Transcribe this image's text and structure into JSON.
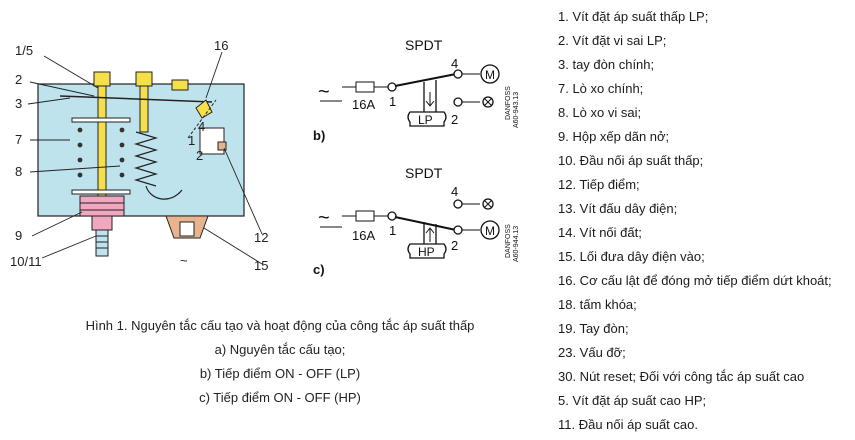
{
  "caption": {
    "title": "Hình 1. Nguyên tắc cấu tạo và hoạt động của công tắc áp suất thấp",
    "item_a": "a) Nguyên tắc cấu tạo;",
    "item_b": "b) Tiếp điểm ON - OFF (LP)",
    "item_c": "c) Tiếp điểm ON - OFF (HP)"
  },
  "diagram_a": {
    "labels": {
      "l1_5": "1/5",
      "l2": "2",
      "l3": "3",
      "l7": "7",
      "l8": "8",
      "l9": "9",
      "l10_11": "10/11",
      "l16": "16",
      "l12": "12",
      "l15": "15",
      "inner4": "4",
      "inner1": "1",
      "inner2": "2",
      "ac": "~"
    },
    "colors": {
      "body": "#bfe3ec",
      "connector_pink": "#f2a7c0",
      "connector_tan": "#e8b48f",
      "screw_yellow": "#f5e04a"
    }
  },
  "switch_b": {
    "panel": "b)",
    "title": "SPDT",
    "fuse": "16A",
    "t1": "1",
    "t2": "2",
    "t4": "4",
    "box": "LP",
    "motor": "M",
    "maker": "DANFOSS",
    "code": "A60-943.13",
    "ac": "~"
  },
  "switch_c": {
    "panel": "c)",
    "title": "SPDT",
    "fuse": "16A",
    "t1": "1",
    "t2": "2",
    "t4": "4",
    "box": "HP",
    "motor": "M",
    "maker": "DANFOSS",
    "code": "A60-944.13",
    "ac": "~"
  },
  "legend": [
    "1. Vít đặt áp suất thấp LP;",
    "2. Vít đặt vi sai LP;",
    "3. tay đòn chính;",
    "7. Lò xo chính;",
    "8. Lò xo vi sai;",
    "9. Hộp xếp dãn nở;",
    "10. Đầu nối áp suất thấp;",
    "12. Tiếp điểm;",
    "13. Vít đấu dây điện;",
    "14. Vít nối đất;",
    "15. Lối đưa dây điện vào;",
    "16. Cơ cấu lật để đóng mở tiếp điểm dứt khoát;",
    "18. tấm khóa;",
    "19. Tay đòn;",
    "23. Vấu đỡ;",
    "30. Nút reset; Đối với công tắc áp suất cao",
    "5. Vít đặt áp suất cao HP;",
    "11. Đầu nối áp suất cao."
  ]
}
